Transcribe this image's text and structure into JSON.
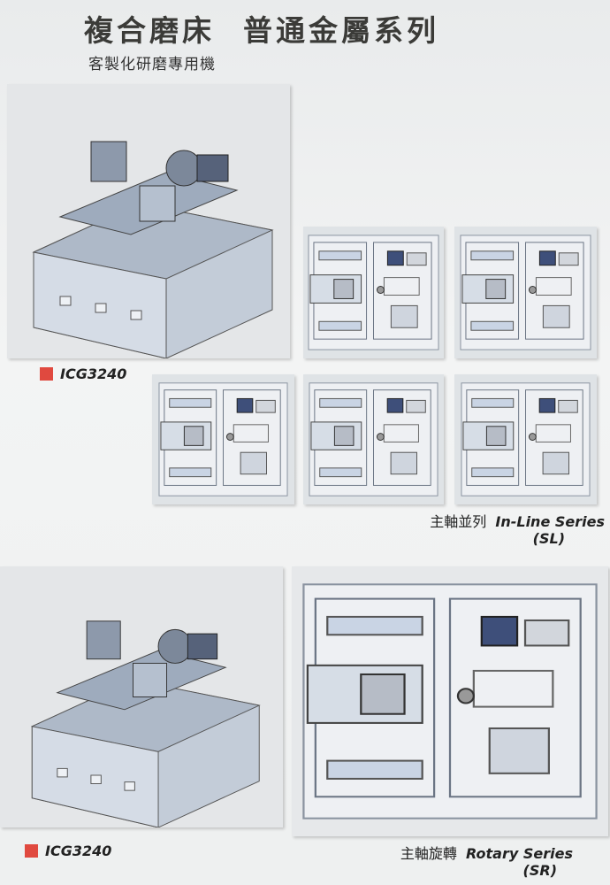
{
  "header": {
    "title_part1": "複合磨床",
    "title_part2": "普通金屬系列",
    "subtitle": "客製化研磨專用機"
  },
  "top_section": {
    "model_label": "ICG3240",
    "series_zh": "主軸並列",
    "series_en": "In-Line Series",
    "series_code": "(SL)",
    "schematic_count": 5
  },
  "bottom_section": {
    "model_label": "ICG3240",
    "series_zh": "主軸旋轉",
    "series_en": "Rotary Series",
    "series_code": "(SR)"
  },
  "colors": {
    "accent": "#e0493f",
    "panel": "#e4e6e8",
    "drawing_blue": "#b9c8e0"
  }
}
